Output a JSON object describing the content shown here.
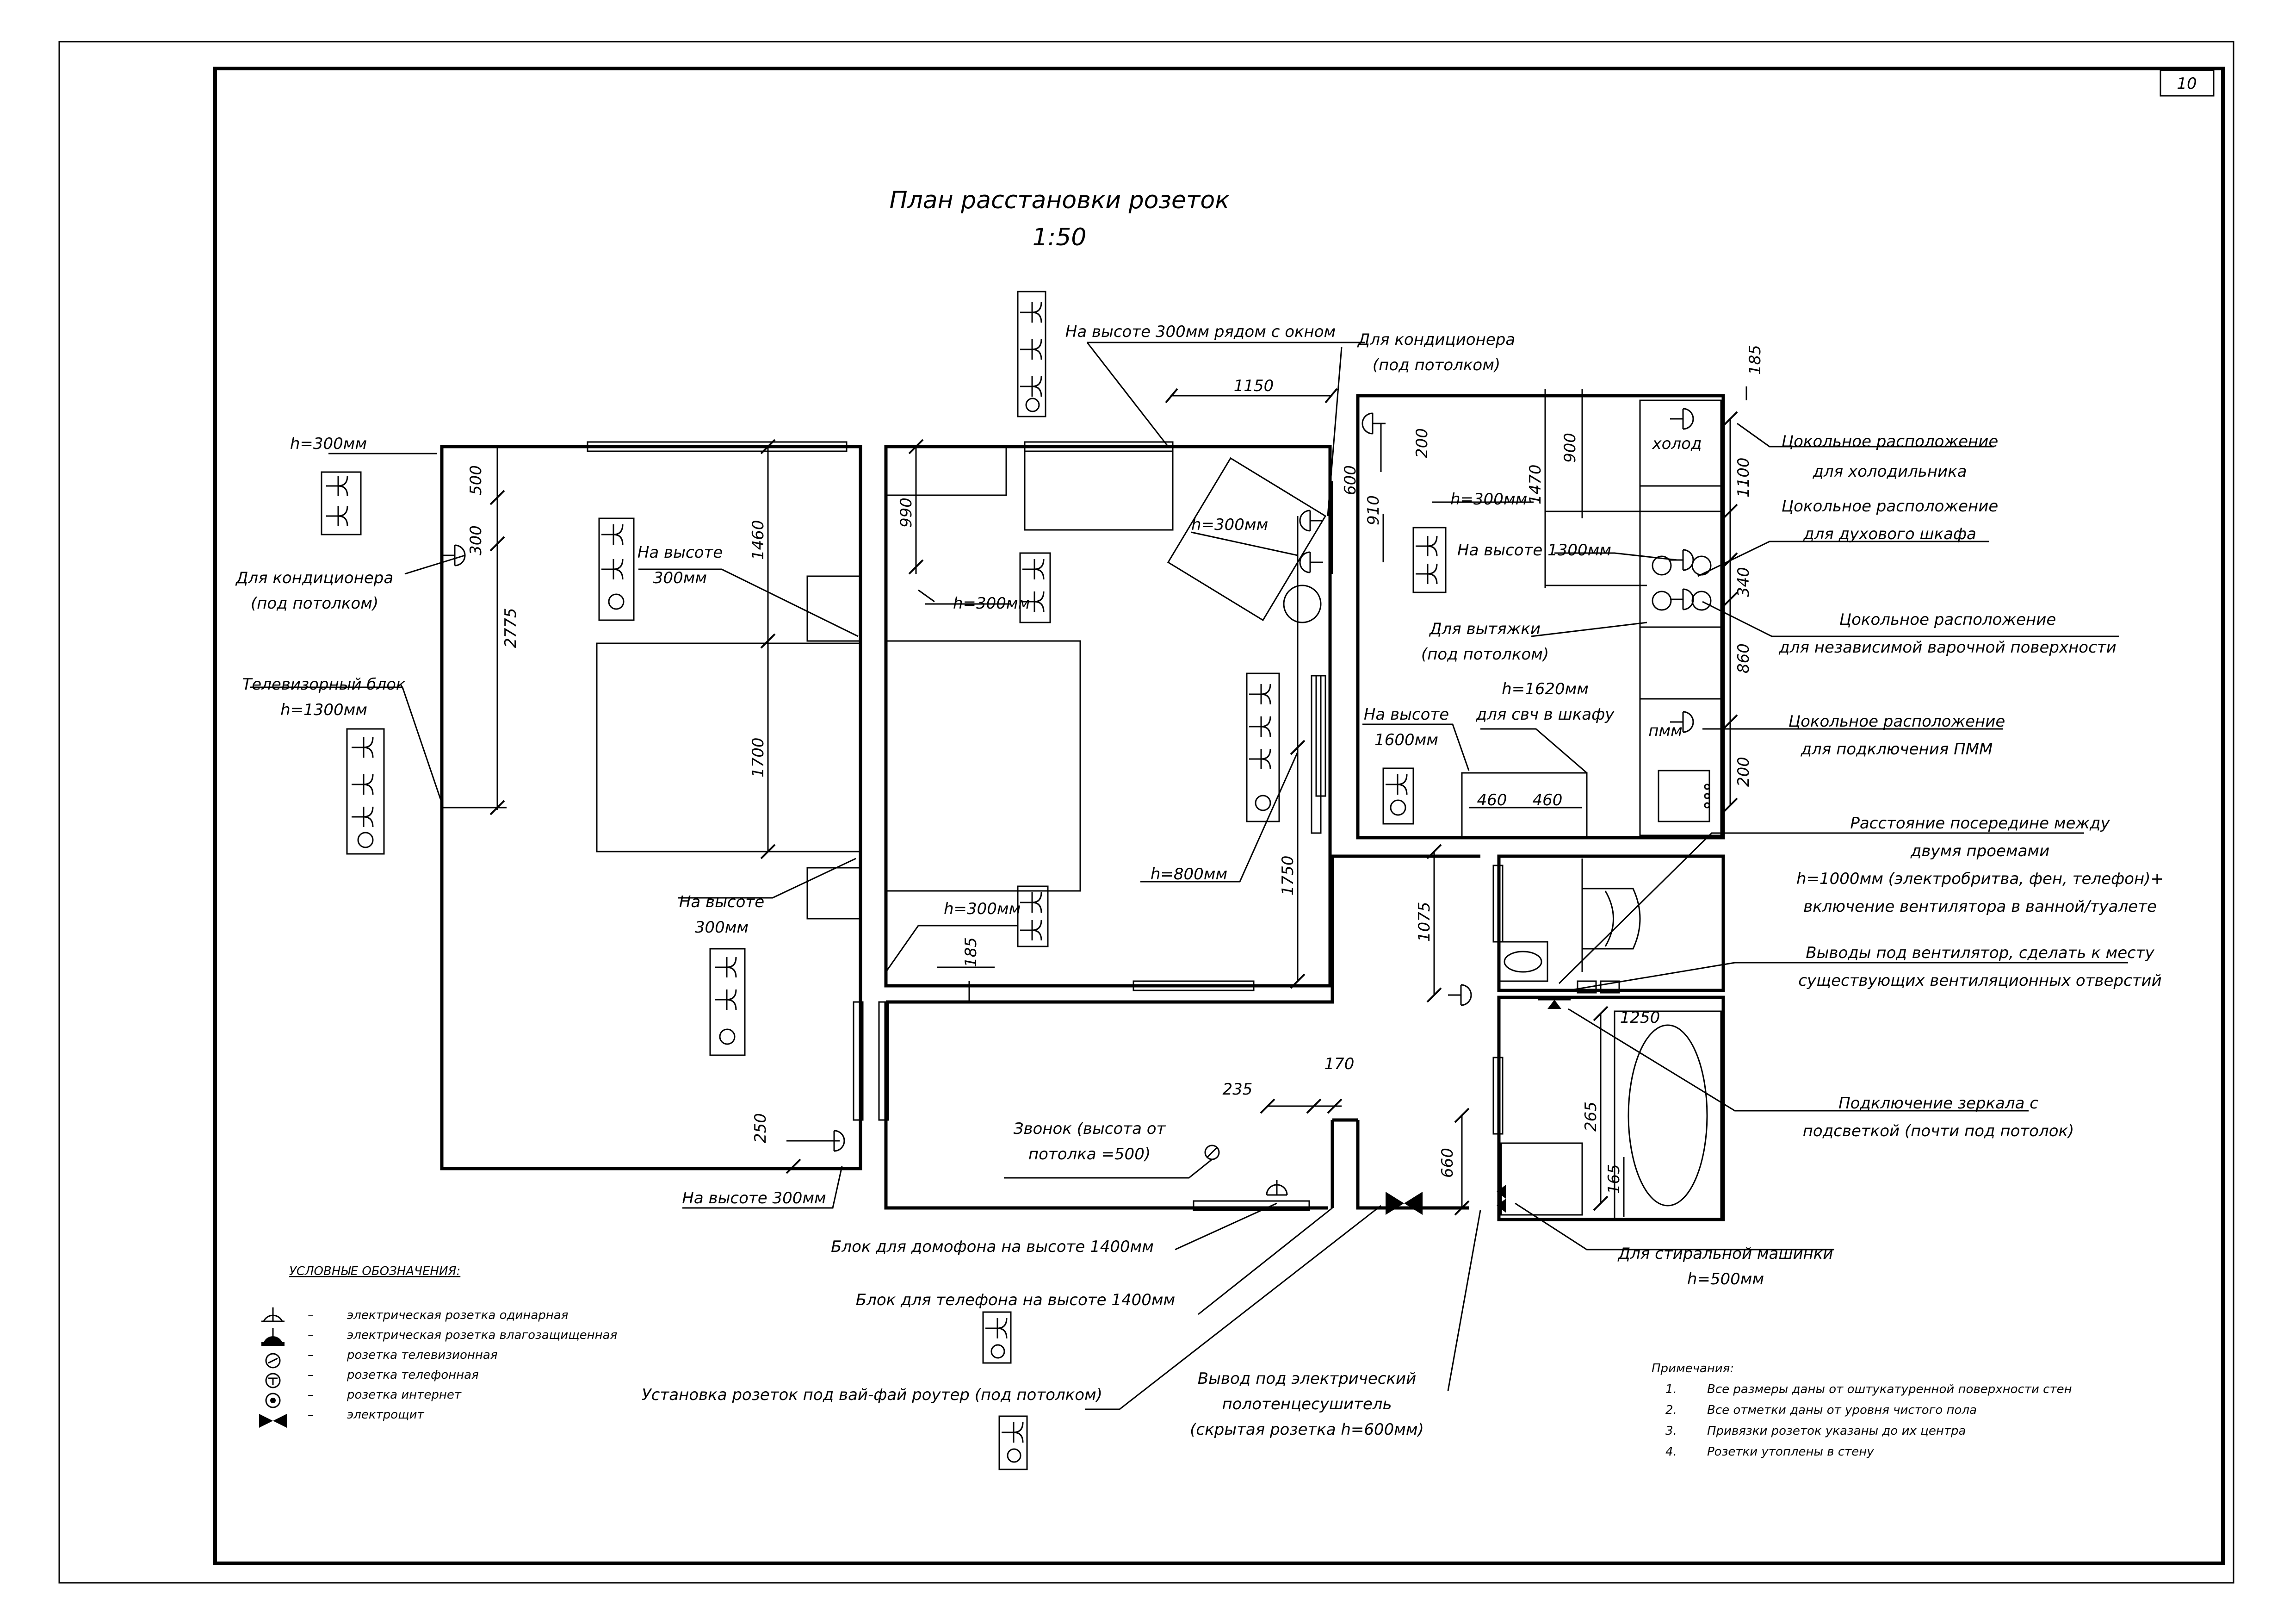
{
  "sheet": {
    "number": "10"
  },
  "title": {
    "line1": "План расстановки розеток",
    "line2": "1:50"
  },
  "dimensions": {
    "d1150": "1150",
    "d185a": "185",
    "d500": "500",
    "d300": "300",
    "d2775": "2775",
    "d1460": "1460",
    "d1700": "1700",
    "d990": "990",
    "d600": "600",
    "d910": "910",
    "d200a": "200",
    "d900": "900",
    "d1470": "1470",
    "d1100": "1100",
    "d340": "340",
    "d860": "860",
    "d200b": "200",
    "d460a": "460",
    "d460b": "460",
    "d1750": "1750",
    "d185b": "185",
    "d250": "250",
    "d235": "235",
    "d170": "170",
    "d660": "660",
    "d1075": "1075",
    "d1250": "1250",
    "d265": "265",
    "d165": "165"
  },
  "annotations": {
    "h300_topleft": "h=300мм",
    "ac_left_1": "Для кондиционера",
    "ac_left_2": "(под потолком)",
    "tv_block_1": "Телевизорный блок",
    "tv_block_2": "h=1300мм",
    "at300_a1": "На высоте",
    "at300_a2": "300мм",
    "at300_b1": "На высоте",
    "at300_b2": "300мм",
    "at300_c": "На высоте 300мм",
    "window300": "На высоте 300мм рядом с окном",
    "ac_right_1": "Для кондиционера",
    "ac_right_2": "(под потолком)",
    "h300_room2a": "h=300мм",
    "h300_room2b": "h=300мм",
    "h300_room2c": "h=300мм",
    "h300_kitchen": "h=300мм",
    "at1300": "На высоте 1300мм",
    "hood_1": "Для вытяжки",
    "hood_2": "(под потолком)",
    "mw_1": "h=1620мм",
    "mw_2": "для свч в шкафу",
    "at1600_1": "На высоте",
    "at1600_2": "1600мм",
    "h800": "h=800мм",
    "fridge_label": "холод",
    "dishwasher_label": "пмм",
    "plinth_fridge_1": "Цокольное расположение",
    "plinth_fridge_2": "для холодильника",
    "plinth_oven_1": "Цокольное расположение",
    "plinth_oven_2": "для духового шкафа",
    "plinth_hob_1": "Цокольное расположение",
    "plinth_hob_2": "для независимой варочной поверхности",
    "plinth_dw_1": "Цокольное расположение",
    "plinth_dw_2": "для подключения ПММ",
    "between_1": "Расстояние посередине между",
    "between_2": "двумя проемами",
    "between_3": "h=1000мм (электробритва, фен, телефон)+",
    "between_4": "включение вентилятора в ванной/туалете",
    "fan_1": "Выводы под вентилятор, сделать к месту",
    "fan_2": "существующих вентиляционных отверстий",
    "mirror_1": "Подключение зеркала с",
    "mirror_2": "подсветкой (почти под потолок)",
    "washer_1": "Для стиральной машинки",
    "washer_2": "h=500мм",
    "bell_1": "Звонок (высота от",
    "bell_2": "потолка =500)",
    "intercom": "Блок для домофона на высоте 1400мм",
    "phone": "Блок для телефона на высоте 1400мм",
    "wifi": "Установка розеток под вай-фай роутер (под потолком)",
    "towel_1": "Вывод под электрический",
    "towel_2": "полотенцесушитель",
    "towel_3": "(скрытая розетка h=600мм)"
  },
  "legend": {
    "title": "УСЛОВНЫЕ ОБОЗНАЧЕНИЯ:",
    "dash": "–",
    "items": [
      {
        "icon": "outlet-single-icon",
        "label": "электрическая розетка одинарная"
      },
      {
        "icon": "outlet-waterproof-icon",
        "label": "электрическая розетка влагозащищенная"
      },
      {
        "icon": "tv-outlet-icon",
        "label": "розетка телевизионная"
      },
      {
        "icon": "phone-outlet-icon",
        "label": "розетка телефонная"
      },
      {
        "icon": "internet-outlet-icon",
        "label": "розетка интернет"
      },
      {
        "icon": "electric-panel-icon",
        "label": "электрощит"
      }
    ]
  },
  "notes": {
    "title": "Примечания:",
    "items": [
      {
        "num": "1.",
        "text": "Все размеры даны от оштукатуренной поверхности стен"
      },
      {
        "num": "2.",
        "text": "Все отметки даны от уровня чистого пола"
      },
      {
        "num": "3.",
        "text": "Привязки розеток указаны до их центра"
      },
      {
        "num": "4.",
        "text": "Розетки утоплены в стену"
      }
    ]
  }
}
